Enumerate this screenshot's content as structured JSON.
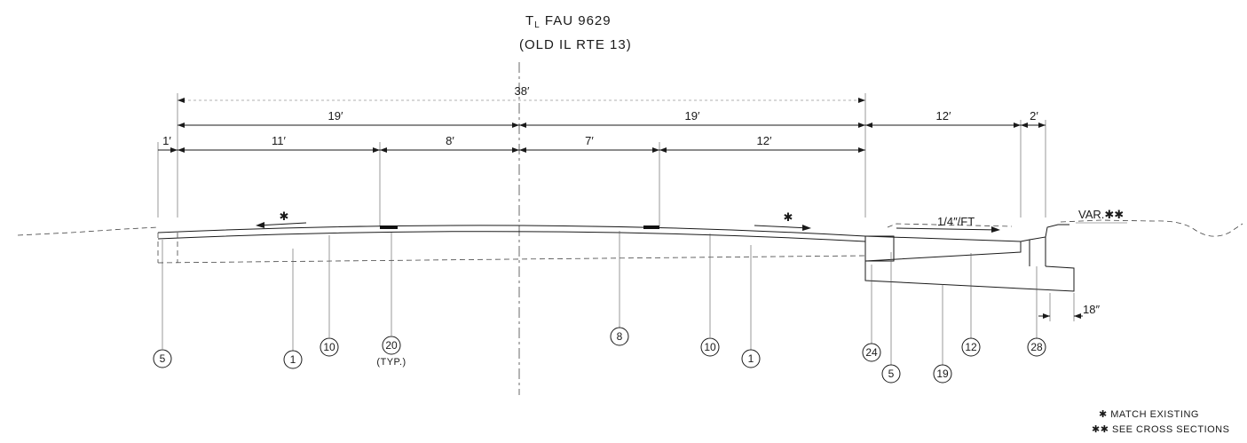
{
  "title": {
    "line1_main": "T",
    "line1_sub": "L",
    "line1_rest": " FAU 9629",
    "line2": "(OLD IL RTE 13)"
  },
  "dimensions": {
    "overall": "38′",
    "left_half": "19′",
    "right_half": "19′",
    "shoulder_left": "1′",
    "lane_11": "11′",
    "lane_8": "8′",
    "lane_7": "7′",
    "lane_12": "12′",
    "right_12": "12′",
    "right_2": "2′",
    "depth_18": "18″"
  },
  "annotations": {
    "slope": "1/4″/FT",
    "var": "VAR.✱✱",
    "star_left": "✱",
    "star_right": "✱",
    "typ": "(TYP.)"
  },
  "callouts": [
    "5",
    "1",
    "10",
    "20",
    "8",
    "10",
    "1",
    "24",
    "5",
    "19",
    "12",
    "28"
  ],
  "legend": {
    "match_existing": "✱  MATCH EXISTING",
    "see_cross_sections": "✱✱ SEE CROSS SECTIONS"
  }
}
